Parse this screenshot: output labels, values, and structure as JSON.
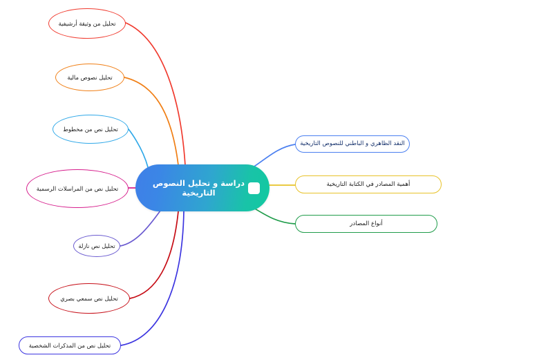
{
  "document": {
    "type": "mind-map",
    "language": "ar",
    "direction": "rtl",
    "background_color": "#ffffff"
  },
  "root": {
    "label": "دراسة و تحليل النصوص التاريخية",
    "toggle_icon": "collapse-square-icon",
    "gradient_from": "#3f7fe8",
    "gradient_to": "#12c9a0",
    "text_color": "#ffffff"
  },
  "branches": {
    "right": [
      {
        "id": "r1",
        "label": "النقد الظاهري و الباطني للنصوص التاريخية",
        "color": "#4a7ff0",
        "shape": "pill"
      },
      {
        "id": "r2",
        "label": "أهمية المصادر في الكتابة التاريخية",
        "color": "#e8c228",
        "shape": "pill"
      },
      {
        "id": "r3",
        "label": "أنواع المصادر",
        "color": "#1f9c4a",
        "shape": "pill"
      }
    ],
    "left": [
      {
        "id": "l1",
        "label": "تحليل من وثيقة أرشيفية",
        "color": "#f03a2e",
        "shape": "ellipse"
      },
      {
        "id": "l2",
        "label": "تحليل نصوص مالية",
        "color": "#f07f16",
        "shape": "ellipse"
      },
      {
        "id": "l3",
        "label": "تحليل نص من مخطوط",
        "color": "#2fa8e8",
        "shape": "ellipse"
      },
      {
        "id": "l4",
        "label": "تحليل نص  من المراسلات الرسمية",
        "color": "#d61d8c",
        "shape": "ellipse"
      },
      {
        "id": "l5",
        "label": "تحليل نص نازلة",
        "color": "#6a5ad0",
        "shape": "ellipse"
      },
      {
        "id": "l6",
        "label": "تحليل نص سمعي بصري",
        "color": "#c60d16",
        "shape": "ellipse"
      },
      {
        "id": "l7",
        "label": "تحليل نص من المذكرات الشخصية",
        "color": "#3c35e0",
        "shape": "pill"
      }
    ]
  },
  "edges": [
    {
      "id": "e-r1",
      "color": "#4a7ff0",
      "target": "r1"
    },
    {
      "id": "e-r2",
      "color": "#e8c228",
      "target": "r2"
    },
    {
      "id": "e-r3",
      "color": "#1f9c4a",
      "target": "r3"
    },
    {
      "id": "e-l1",
      "color": "#f03a2e",
      "target": "l1"
    },
    {
      "id": "e-l2",
      "color": "#f07f16",
      "target": "l2"
    },
    {
      "id": "e-l3",
      "color": "#2fa8e8",
      "target": "l3"
    },
    {
      "id": "e-l4",
      "color": "#d61d8c",
      "target": "l4"
    },
    {
      "id": "e-l5",
      "color": "#6a5ad0",
      "target": "l5"
    },
    {
      "id": "e-l6",
      "color": "#c60d16",
      "target": "l6"
    },
    {
      "id": "e-l7",
      "color": "#3c35e0",
      "target": "l7"
    }
  ]
}
